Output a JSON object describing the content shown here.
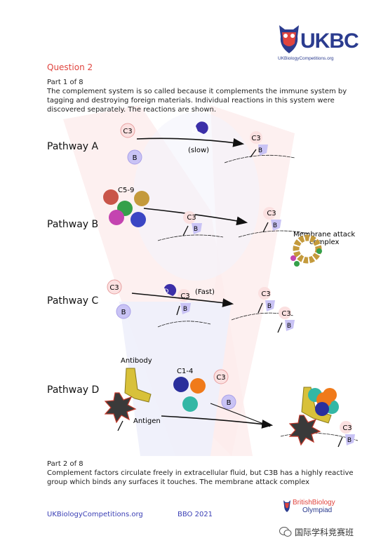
{
  "header": {
    "logo_text": "UKBC",
    "logo_subtext": "UKBiologyCompetitions.org",
    "question_title": "Question 2"
  },
  "part1": {
    "label": "Part 1 of 8",
    "intro": "The complement system is so called because it complements the immune system by tagging and destroying foreign materials. Individual reactions in this system were discovered separately.   The reactions are shown."
  },
  "pathways": {
    "a": {
      "label": "Pathway A",
      "speed": "(slow)"
    },
    "b": {
      "label": "Pathway B",
      "group_label": "C5-9",
      "product_label": "Membrane attack complex"
    },
    "c": {
      "label": "Pathway C",
      "speed": "(Fast)"
    },
    "d": {
      "label": "Pathway D",
      "group_label": "C1-4",
      "antibody_label": "Antibody",
      "antigen_label": "Antigen"
    }
  },
  "molecules": {
    "c3": "C3",
    "b": "B",
    "d": "D"
  },
  "part2": {
    "label": "Part 2 of 8",
    "text": "Complement factors circulate freely in extracellular fluid, but C3B has a highly reactive group which binds any surfaces it touches.  The membrane attack complex"
  },
  "footer": {
    "link": "UKBiologyCompetitions.org",
    "event": "BBO 2021",
    "olympiad_logo_line1": "BritishBiology",
    "olympiad_logo_line2": "Olympiad",
    "wechat_text": "国际学科竞赛班"
  },
  "colors": {
    "c3_fill": "#fbe0e0",
    "b_fill": "#c9c3f5",
    "d_fill": "#3b2fa8",
    "accent_red": "#e0443e",
    "brand_blue": "#2b3c8f"
  }
}
